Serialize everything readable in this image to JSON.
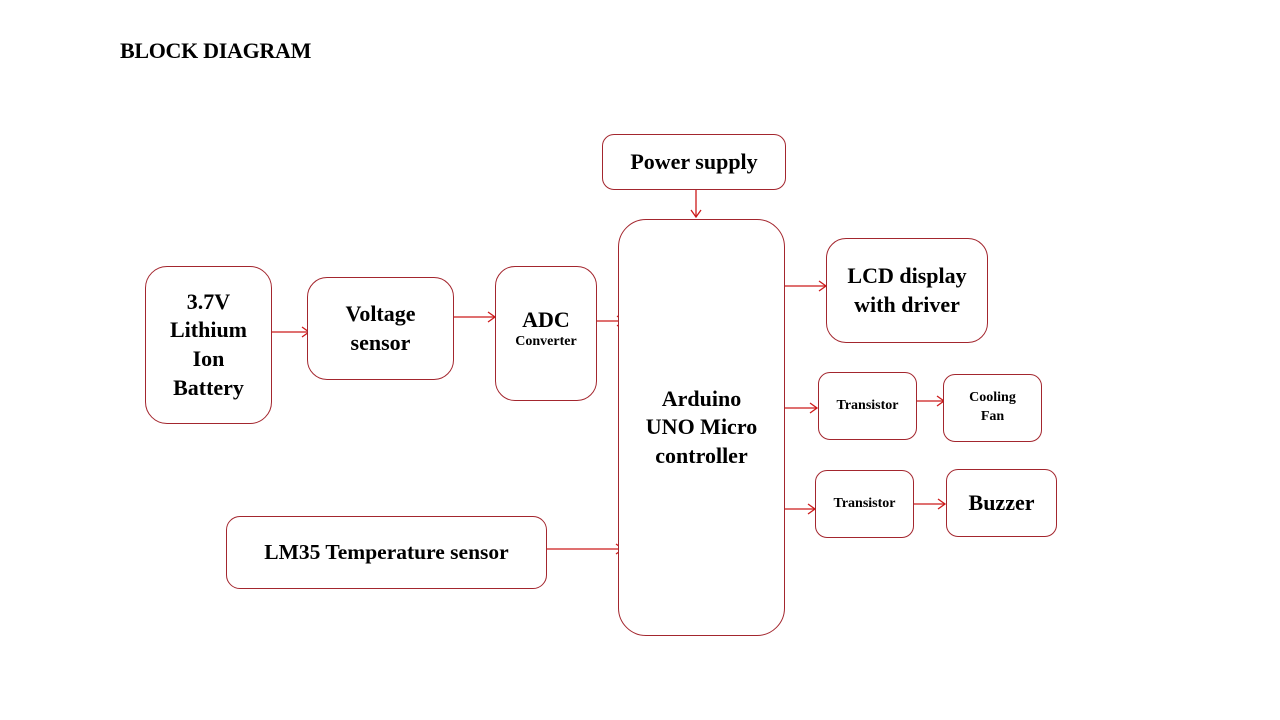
{
  "title": "BLOCK DIAGRAM",
  "colors": {
    "box_border": "#a3262e",
    "arrow": "#cc1a1a",
    "text": "#000000",
    "background": "#ffffff"
  },
  "blocks": {
    "battery": {
      "lines": [
        "3.7V",
        "Lithium",
        "Ion",
        "Battery"
      ]
    },
    "voltage_sensor": {
      "lines": [
        "Voltage",
        "sensor"
      ]
    },
    "adc": {
      "lines": [
        "ADC"
      ],
      "sublabel": "Converter"
    },
    "power_supply": {
      "lines": [
        "Power supply"
      ]
    },
    "arduino": {
      "lines": [
        "Arduino",
        "UNO Micro",
        "controller"
      ]
    },
    "lcd": {
      "lines": [
        "LCD display",
        "with driver"
      ]
    },
    "transistor_fan": {
      "lines": [
        "Transistor"
      ]
    },
    "cooling_fan": {
      "lines": [
        "Cooling",
        "Fan"
      ]
    },
    "transistor_buzzer": {
      "lines": [
        "Transistor"
      ]
    },
    "buzzer": {
      "lines": [
        "Buzzer"
      ]
    },
    "lm35": {
      "lines": [
        "LM35 Temperature sensor"
      ]
    }
  },
  "connections": [
    {
      "from": "battery",
      "to": "voltage_sensor"
    },
    {
      "from": "voltage_sensor",
      "to": "adc"
    },
    {
      "from": "adc",
      "to": "arduino"
    },
    {
      "from": "power_supply",
      "to": "arduino"
    },
    {
      "from": "lm35",
      "to": "arduino"
    },
    {
      "from": "arduino",
      "to": "lcd"
    },
    {
      "from": "arduino",
      "to": "transistor_fan"
    },
    {
      "from": "transistor_fan",
      "to": "cooling_fan"
    },
    {
      "from": "arduino",
      "to": "transistor_buzzer"
    },
    {
      "from": "transistor_buzzer",
      "to": "buzzer"
    }
  ]
}
